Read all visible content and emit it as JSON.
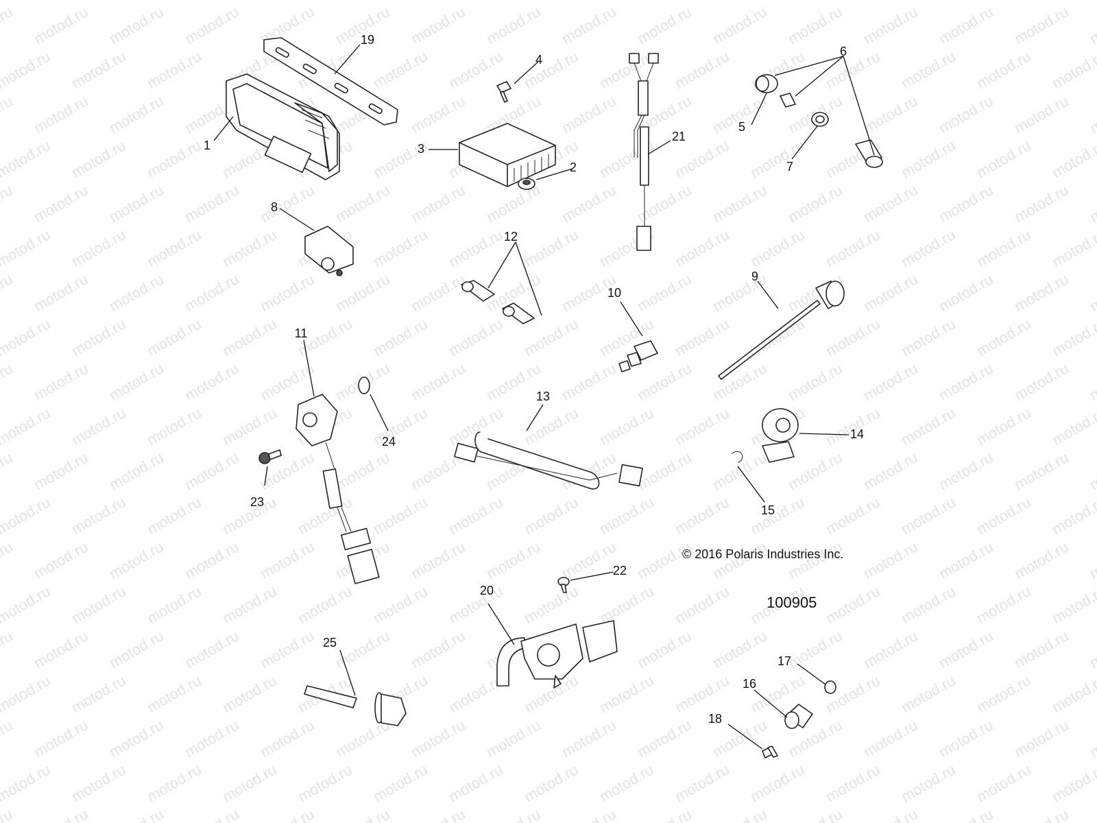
{
  "watermark": {
    "text": "motod.ru"
  },
  "copyright": "© 2016 Polaris Industries Inc.",
  "diagram_id": "100905",
  "callouts": [
    {
      "id": "1",
      "label": "1"
    },
    {
      "id": "2",
      "label": "2"
    },
    {
      "id": "3",
      "label": "3"
    },
    {
      "id": "4",
      "label": "4"
    },
    {
      "id": "5",
      "label": "5"
    },
    {
      "id": "6",
      "label": "6"
    },
    {
      "id": "7",
      "label": "7"
    },
    {
      "id": "8",
      "label": "8"
    },
    {
      "id": "9",
      "label": "9"
    },
    {
      "id": "10",
      "label": "10"
    },
    {
      "id": "11",
      "label": "11"
    },
    {
      "id": "12",
      "label": "12"
    },
    {
      "id": "13",
      "label": "13"
    },
    {
      "id": "14",
      "label": "14"
    },
    {
      "id": "15",
      "label": "15"
    },
    {
      "id": "16",
      "label": "16"
    },
    {
      "id": "17",
      "label": "17"
    },
    {
      "id": "18",
      "label": "18"
    },
    {
      "id": "19",
      "label": "19"
    },
    {
      "id": "20",
      "label": "20"
    },
    {
      "id": "21",
      "label": "21"
    },
    {
      "id": "22",
      "label": "22"
    },
    {
      "id": "23",
      "label": "23"
    },
    {
      "id": "24",
      "label": "24"
    },
    {
      "id": "25",
      "label": "25"
    }
  ]
}
